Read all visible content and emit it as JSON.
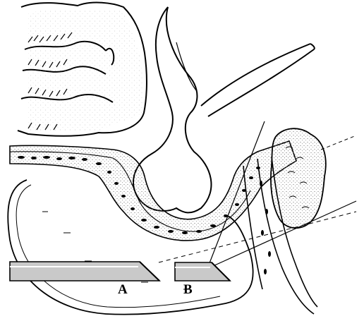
{
  "labels": {
    "a": "A",
    "b": "B"
  },
  "colors": {
    "ink": "#000000",
    "paper": "#ffffff",
    "stipple": "#8a8a8a"
  },
  "icons": {
    "intestine": "intestinal-loops-illustration",
    "uterus": "uterus-illustration",
    "ovary": "ovary-illustration",
    "bladder": "bladder-illustration",
    "instrument_a": "trocar-a-illustration",
    "instrument_b": "trocar-b-illustration"
  }
}
